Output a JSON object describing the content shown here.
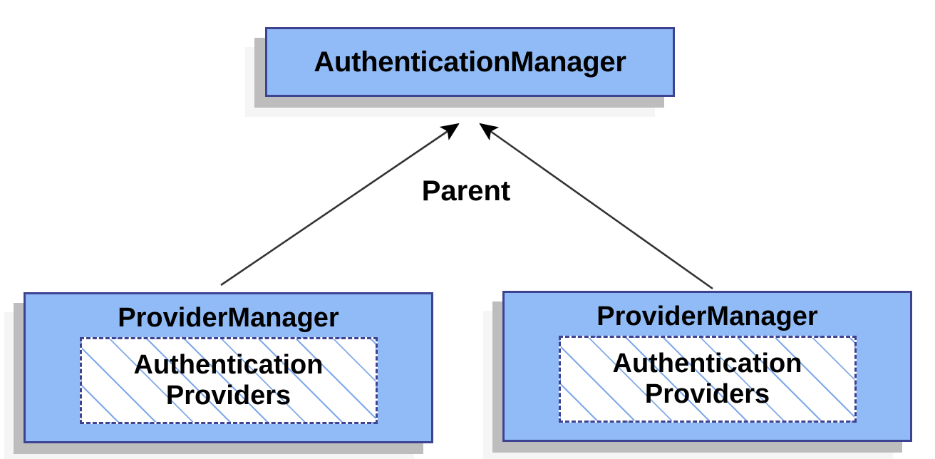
{
  "diagram": {
    "title": "AuthenticationManager parent-child hierarchy",
    "background_color": "#ffffff",
    "node_fill_color": "#91bbf6",
    "node_border_color": "#3d4291",
    "shadow_dark_color": "#bdbdbd",
    "shadow_light_color": "#f5f5f5",
    "hatch_line_color": "#7fa9e8",
    "connector_color": "#333333",
    "text_color": "#000000"
  },
  "top_node": {
    "label": "AuthenticationManager"
  },
  "edges": {
    "label": "Parent",
    "arrow_style": "solid-filled-triangle",
    "direction": "children-point-to-parent",
    "count": 2
  },
  "left_node": {
    "title": "ProviderManager",
    "subbox": {
      "line1": "Authentication",
      "line2": "Providers",
      "border_style": "dashed",
      "fill": "hatched"
    }
  },
  "right_node": {
    "title": "ProviderManager",
    "subbox": {
      "line1": "Authentication",
      "line2": "Providers",
      "border_style": "dashed",
      "fill": "hatched"
    }
  }
}
